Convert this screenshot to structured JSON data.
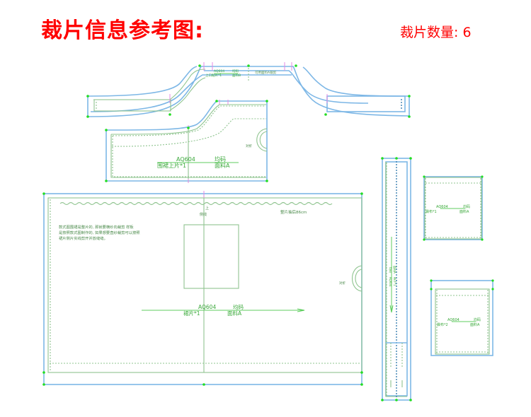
{
  "header": {
    "title": "裁片信息参考图:",
    "count_label": "裁片数量: 6"
  },
  "colors": {
    "title": "#ff0000",
    "cut_line": "#7db7e6",
    "seam_line": "#8fc48f",
    "grain_text": "#3aa83a",
    "notch": "#e58ae5"
  },
  "pieces": {
    "waistband_curved": {
      "style": "AQ604",
      "size": "均码",
      "name": "上口贴片*1",
      "fabric": "面料B",
      "note": "可用面料A裁剪"
    },
    "apron_top": {
      "style": "AQ604",
      "size": "均码",
      "name": "围裙上片*1",
      "fabric": "面料A",
      "hole_label": "对折"
    },
    "skirt": {
      "style": "AQ604",
      "size": "均码",
      "name": "裙片*1",
      "fabric": "面料A",
      "top_mark": "上",
      "side_line": "侧线",
      "length_note": "整片抽后86cm",
      "note_lines": [
        "款式图围裙是整片的, 那就要横纱向裁剪  样板",
        "是按照款式图制作的, 如果想要直纱裁剪可以按照",
        "裙片侧片实线剪开并放缝缝。"
      ],
      "hole_label": "对折"
    },
    "strap": {
      "style": "AQ604",
      "size": "均码",
      "name": "带子*1",
      "fabric": "面料A"
    },
    "pocket_1": {
      "style": "AQ604",
      "size": "均码",
      "name": "袋布*1",
      "fabric": "面料A"
    },
    "pocket_2": {
      "style": "AQ604",
      "size": "均码",
      "name": "袋布*2",
      "fabric": "面料A"
    }
  }
}
